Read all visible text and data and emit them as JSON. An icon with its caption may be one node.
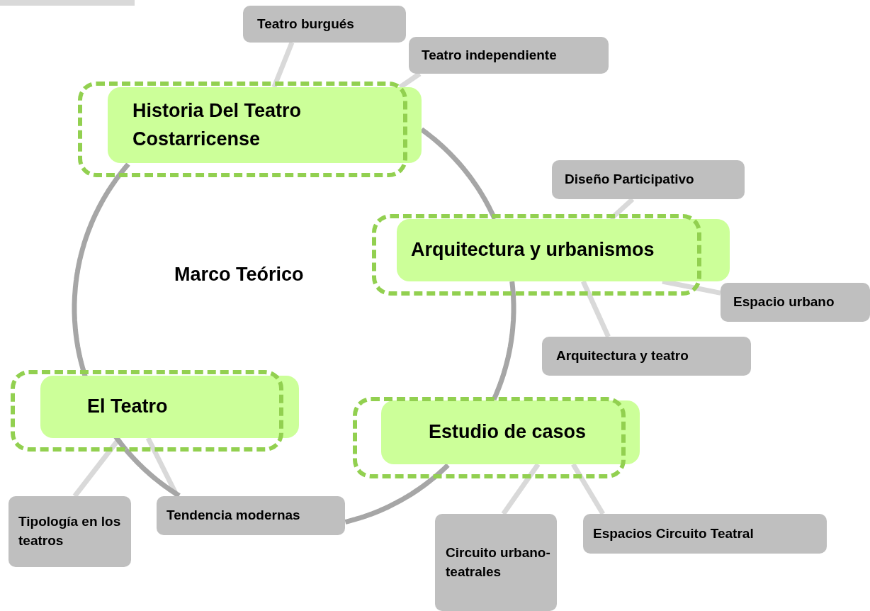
{
  "diagram": {
    "nodes": [
      {
        "text": [
          "Teatro burgués"
        ]
      },
      {
        "text": [
          "Teatro independiente"
        ]
      },
      {
        "text": [
          "Historia Del Teatro Costarricense"
        ]
      },
      {
        "text": [
          "Diseño Participativo"
        ]
      },
      {
        "text": [
          "Arquitectura y urbanismos"
        ]
      },
      {
        "text": [
          "Espacio urbano"
        ]
      },
      {
        "text": [
          "Arquitectura y teatro"
        ]
      },
      {
        "text": [
          "El Teatro"
        ]
      },
      {
        "text": [
          "Estudio de casos"
        ]
      },
      {
        "text": [
          "Tipología en los teatros"
        ]
      },
      {
        "text": [
          "Tendencia modernas"
        ]
      },
      {
        "text": [
          "Circuito urbano- teatrales"
        ]
      },
      {
        "text": [
          "Espacios Circuito Teatral"
        ]
      }
    ],
    "edges": [
      {
        "from": 2,
        "to": 0,
        "arrow": "none"
      },
      {
        "from": 2,
        "to": 1,
        "arrow": "none"
      },
      {
        "from": 4,
        "to": 3,
        "arrow": "none"
      },
      {
        "from": 4,
        "to": 5,
        "arrow": "none"
      },
      {
        "from": 4,
        "to": 6,
        "arrow": "none"
      },
      {
        "from": 7,
        "to": 9,
        "arrow": "none"
      },
      {
        "from": 7,
        "to": 10,
        "arrow": "none"
      },
      {
        "from": 8,
        "to": 11,
        "arrow": "none"
      },
      {
        "from": 8,
        "to": 12,
        "arrow": "none"
      },
      {
        "from": 2,
        "to": 4,
        "arrow": "none",
        "color": "#a6a6a6"
      },
      {
        "from": 4,
        "to": 8,
        "arrow": "none",
        "color": "#a6a6a6"
      },
      {
        "from": 8,
        "to": 10,
        "arrow": "none",
        "color": "#a6a6a6"
      },
      {
        "from": 10,
        "to": 7,
        "arrow": "none",
        "color": "#a6a6a6"
      },
      {
        "from": 7,
        "to": 2,
        "arrow": "none",
        "color": "#a6a6a6"
      }
    ],
    "labels": [
      "Marco Teórico"
    ]
  }
}
